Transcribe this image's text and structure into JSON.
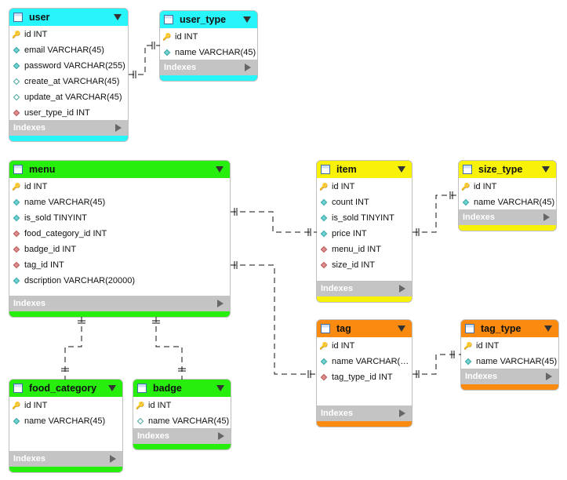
{
  "indexes_label": "Indexes",
  "colors": {
    "cyan": "#27f5f9",
    "green": "#27ee0d",
    "yellow": "#f7f208",
    "orange": "#fa8a10"
  },
  "tables": {
    "user": {
      "name": "user",
      "columns": [
        {
          "icon": "key-icon",
          "text": "id INT"
        },
        {
          "icon": "column-icon",
          "text": "email VARCHAR(45)"
        },
        {
          "icon": "column-icon",
          "text": "password VARCHAR(255)"
        },
        {
          "icon": "nullable-column-icon",
          "text": "create_at VARCHAR(45)"
        },
        {
          "icon": "nullable-column-icon",
          "text": "update_at VARCHAR(45)"
        },
        {
          "icon": "foreign-key-icon",
          "text": "user_type_id INT"
        }
      ]
    },
    "user_type": {
      "name": "user_type",
      "columns": [
        {
          "icon": "key-icon",
          "text": "id INT"
        },
        {
          "icon": "column-icon",
          "text": "name VARCHAR(45)"
        }
      ]
    },
    "menu": {
      "name": "menu",
      "columns": [
        {
          "icon": "key-icon",
          "text": "id INT"
        },
        {
          "icon": "column-icon",
          "text": "name VARCHAR(45)"
        },
        {
          "icon": "column-icon",
          "text": "is_sold TINYINT"
        },
        {
          "icon": "foreign-key-icon",
          "text": "food_category_id INT"
        },
        {
          "icon": "foreign-key-icon",
          "text": "badge_id INT"
        },
        {
          "icon": "foreign-key-icon",
          "text": "tag_id INT"
        },
        {
          "icon": "column-icon",
          "text": "dscription VARCHAR(20000)"
        }
      ]
    },
    "item": {
      "name": "item",
      "columns": [
        {
          "icon": "key-icon",
          "text": "id INT"
        },
        {
          "icon": "column-icon",
          "text": "count INT"
        },
        {
          "icon": "column-icon",
          "text": "is_sold TINYINT"
        },
        {
          "icon": "column-icon",
          "text": "price INT"
        },
        {
          "icon": "foreign-key-icon",
          "text": "menu_id INT"
        },
        {
          "icon": "foreign-key-icon",
          "text": "size_id INT"
        }
      ]
    },
    "size_type": {
      "name": "size_type",
      "columns": [
        {
          "icon": "key-icon",
          "text": "id INT"
        },
        {
          "icon": "column-icon",
          "text": "name VARCHAR(45)"
        }
      ]
    },
    "tag": {
      "name": "tag",
      "columns": [
        {
          "icon": "key-icon",
          "text": "id INT"
        },
        {
          "icon": "column-icon",
          "text": "name VARCHAR(…"
        },
        {
          "icon": "foreign-key-icon",
          "text": "tag_type_id INT"
        }
      ]
    },
    "tag_type": {
      "name": "tag_type",
      "columns": [
        {
          "icon": "key-icon",
          "text": "id INT"
        },
        {
          "icon": "column-icon",
          "text": "name VARCHAR(45)"
        }
      ]
    },
    "food_category": {
      "name": "food_category",
      "columns": [
        {
          "icon": "key-icon",
          "text": "id INT"
        },
        {
          "icon": "column-icon",
          "text": "name VARCHAR(45)"
        }
      ]
    },
    "badge": {
      "name": "badge",
      "columns": [
        {
          "icon": "key-icon",
          "text": "id INT"
        },
        {
          "icon": "nullable-column-icon",
          "text": "name VARCHAR(45)"
        }
      ]
    }
  }
}
